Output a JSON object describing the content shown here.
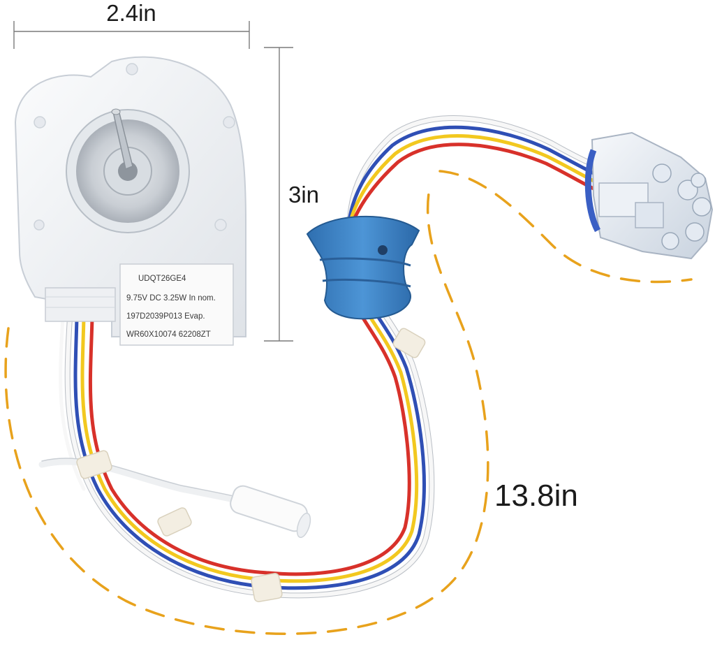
{
  "dimensions": {
    "width": "2.4in",
    "height": "3in",
    "cable_length": "13.8in"
  },
  "motor_label": {
    "model": "UDQT26GE4",
    "rating": "9.75V DC 3.25W In nom.",
    "part_number": "197D2039P013 Evap.",
    "replacement": "WR60X10074 62208ZT"
  },
  "colors": {
    "dimension_line": "#7a7a7a",
    "dashed_guide": "#e8a21c",
    "motor_housing": "#f1f3f6",
    "connector_boot": "#3f86c8",
    "wire_red": "#d8312a",
    "wire_yellow": "#f2c81f",
    "wire_blue": "#2f4fb5",
    "wire_white": "#f7f7f7"
  }
}
